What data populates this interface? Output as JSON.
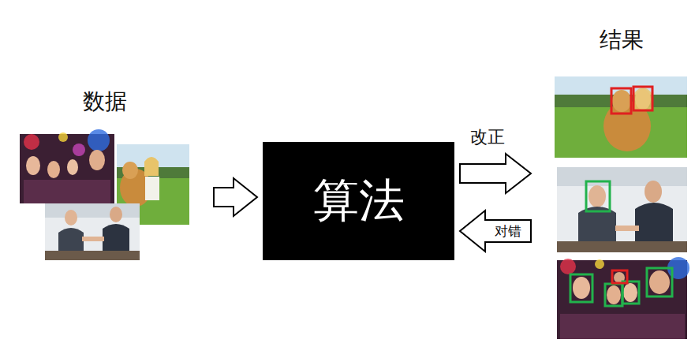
{
  "diagram": {
    "nodes": [
      {
        "text": [
          "数据"
        ]
      },
      {
        "text": [
          "算法"
        ]
      },
      {
        "text": [
          "结果"
        ]
      }
    ],
    "edges": [
      {
        "from": 0,
        "to": 1,
        "arrow": "to"
      },
      {
        "from": 1,
        "to": 2,
        "label": "改正",
        "arrow": "to"
      },
      {
        "from": 2,
        "to": 1,
        "label": "对错",
        "arrow": "to"
      }
    ]
  }
}
